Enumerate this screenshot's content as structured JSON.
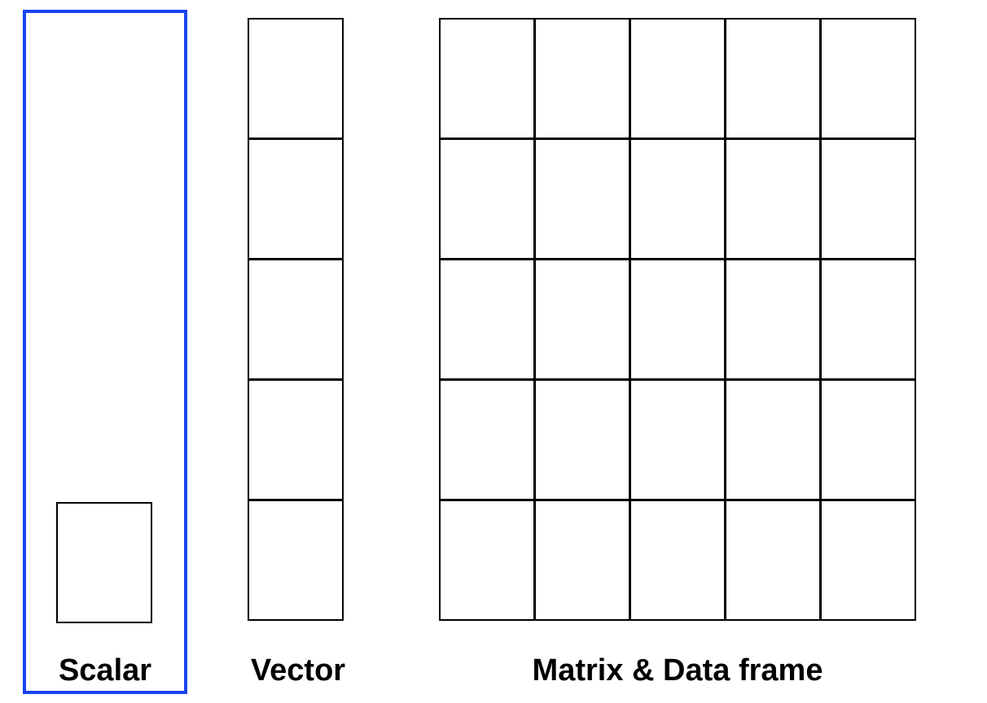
{
  "diagram": {
    "highlight_color": "#1a44ee",
    "grid_line_color": "#000000",
    "highlighted_group": "scalar",
    "groups": [
      {
        "id": "scalar",
        "label": "Scalar",
        "rows": 1,
        "cols": 1
      },
      {
        "id": "vector",
        "label": "Vector",
        "rows": 5,
        "cols": 1
      },
      {
        "id": "matrix",
        "label": "Matrix & Data frame",
        "rows": 5,
        "cols": 5
      }
    ]
  }
}
